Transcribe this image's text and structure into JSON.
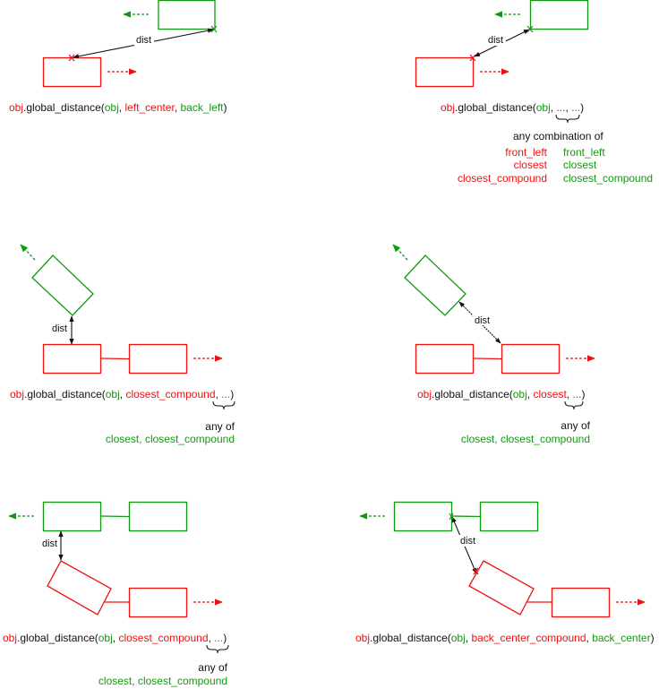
{
  "colors": {
    "red": "#ee1111",
    "green": "#119911",
    "black": "#111111"
  },
  "dist_label": "dist",
  "panels": [
    {
      "call": [
        {
          "text": "obj",
          "color": "red"
        },
        {
          "text": ".global_distance(",
          "color": "black"
        },
        {
          "text": "obj",
          "color": "green"
        },
        {
          "text": ", ",
          "color": "black"
        },
        {
          "text": "left_center",
          "color": "red"
        },
        {
          "text": ", ",
          "color": "black"
        },
        {
          "text": "back_left",
          "color": "green"
        },
        {
          "text": ")",
          "color": "black"
        }
      ]
    },
    {
      "call": [
        {
          "text": "obj",
          "color": "red"
        },
        {
          "text": ".global_distance(",
          "color": "black"
        },
        {
          "text": "obj",
          "color": "green"
        },
        {
          "text": ", ",
          "color": "black"
        },
        {
          "text": "...",
          "color": "red"
        },
        {
          "text": ", ",
          "color": "black"
        },
        {
          "text": "...",
          "color": "green"
        },
        {
          "text": ")",
          "color": "black"
        }
      ],
      "note": "any combination of",
      "options_red": [
        "front_left",
        "closest",
        "closest_compound"
      ],
      "options_green": [
        "front_left",
        "closest",
        "closest_compound"
      ]
    },
    {
      "call": [
        {
          "text": "obj",
          "color": "red"
        },
        {
          "text": ".global_distance(",
          "color": "black"
        },
        {
          "text": "obj",
          "color": "green"
        },
        {
          "text": ", ",
          "color": "black"
        },
        {
          "text": "closest_compound",
          "color": "red"
        },
        {
          "text": ", ",
          "color": "black"
        },
        {
          "text": "...",
          "color": "green"
        },
        {
          "text": ")",
          "color": "black"
        }
      ],
      "note": "any of",
      "options": "closest, closest_compound"
    },
    {
      "call": [
        {
          "text": "obj",
          "color": "red"
        },
        {
          "text": ".global_distance(",
          "color": "black"
        },
        {
          "text": "obj",
          "color": "green"
        },
        {
          "text": ", ",
          "color": "black"
        },
        {
          "text": "closest",
          "color": "red"
        },
        {
          "text": ", ",
          "color": "black"
        },
        {
          "text": "...",
          "color": "green"
        },
        {
          "text": ")",
          "color": "black"
        }
      ],
      "note": "any of",
      "options": "closest, closest_compound"
    },
    {
      "call": [
        {
          "text": "obj",
          "color": "red"
        },
        {
          "text": ".global_distance(",
          "color": "black"
        },
        {
          "text": "obj",
          "color": "green"
        },
        {
          "text": ", ",
          "color": "black"
        },
        {
          "text": "closest_compound",
          "color": "red"
        },
        {
          "text": ", ",
          "color": "black"
        },
        {
          "text": "...",
          "color": "green"
        },
        {
          "text": ")",
          "color": "black"
        }
      ],
      "note": "any of",
      "options": "closest, closest_compound"
    },
    {
      "call": [
        {
          "text": "obj",
          "color": "red"
        },
        {
          "text": ".global_distance(",
          "color": "black"
        },
        {
          "text": "obj",
          "color": "green"
        },
        {
          "text": ", ",
          "color": "black"
        },
        {
          "text": "back_center_compound",
          "color": "red"
        },
        {
          "text": ", ",
          "color": "black"
        },
        {
          "text": "back_center",
          "color": "green"
        },
        {
          "text": ")",
          "color": "black"
        }
      ]
    }
  ]
}
